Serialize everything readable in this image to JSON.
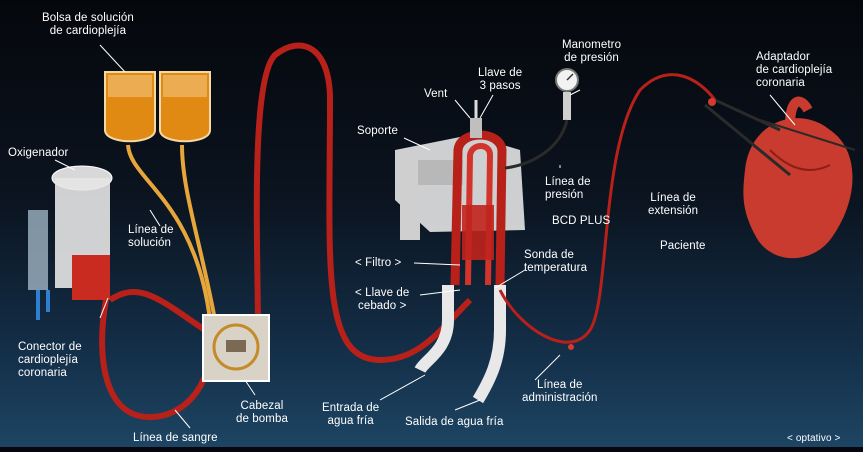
{
  "labels": {
    "bolsa": [
      "Bolsa de solución",
      "de cardioplejía"
    ],
    "oxigenador": "Oxigenador",
    "linea_solucion": [
      "Línea de",
      "solución"
    ],
    "conector": [
      "Conector de",
      "cardioplejía",
      "coronaria"
    ],
    "linea_sangre": "Línea de sangre",
    "cabezal": [
      "Cabezal",
      "de bomba"
    ],
    "soporte": "Soporte",
    "vent": "Vent",
    "llave3": [
      "Llave de",
      "3 pasos"
    ],
    "manometro": [
      "Manometro",
      "de presión"
    ],
    "linea_presion": [
      "Línea de",
      "presión"
    ],
    "bcd": "BCD PLUS",
    "filtro": "< Filtro >",
    "llave_cebado": [
      "< Llave de",
      "cebado >"
    ],
    "sonda": [
      "Sonda de",
      "temperatura"
    ],
    "entrada": [
      "Entrada de",
      "agua fría"
    ],
    "salida": "Salida de agua fría",
    "linea_admin": [
      "Línea de",
      "administración"
    ],
    "linea_ext": [
      "Línea de",
      "extensión"
    ],
    "paciente": "Paciente",
    "adaptador": [
      "Adaptador",
      "de cardioplejía",
      "coronaria"
    ],
    "optativo": "< optativo >"
  },
  "colors": {
    "tube_red": "#b8201a",
    "bag_orange": "#e08a14",
    "solution_line": "#e7a63a",
    "heart": "#c93b2e"
  }
}
